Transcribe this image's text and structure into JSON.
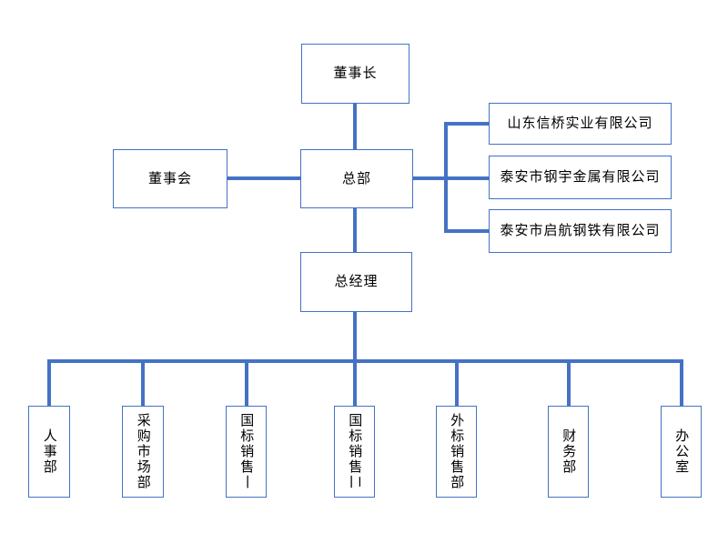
{
  "chart": {
    "type": "org-chart",
    "nodes": {
      "chairman": {
        "label": "董事长"
      },
      "board": {
        "label": "董事会"
      },
      "headquarters": {
        "label": "总部"
      },
      "general_manager": {
        "label": "总经理"
      }
    },
    "subsidiaries": [
      {
        "label": "山东信桥实业有限公司"
      },
      {
        "label": "泰安市钢宇金属有限公司"
      },
      {
        "label": "泰安市启航钢铁有限公司"
      }
    ],
    "departments": [
      {
        "label": "人事部"
      },
      {
        "label": "采购市场部"
      },
      {
        "label": "国标销售一"
      },
      {
        "label": "国标销售二"
      },
      {
        "label": "外标销售部"
      },
      {
        "label": "财务部"
      },
      {
        "label": "办公室"
      }
    ],
    "colors": {
      "line": "#4472C4",
      "border": "#4472C4",
      "text": "#000000",
      "background": "#FFFFFF"
    }
  }
}
